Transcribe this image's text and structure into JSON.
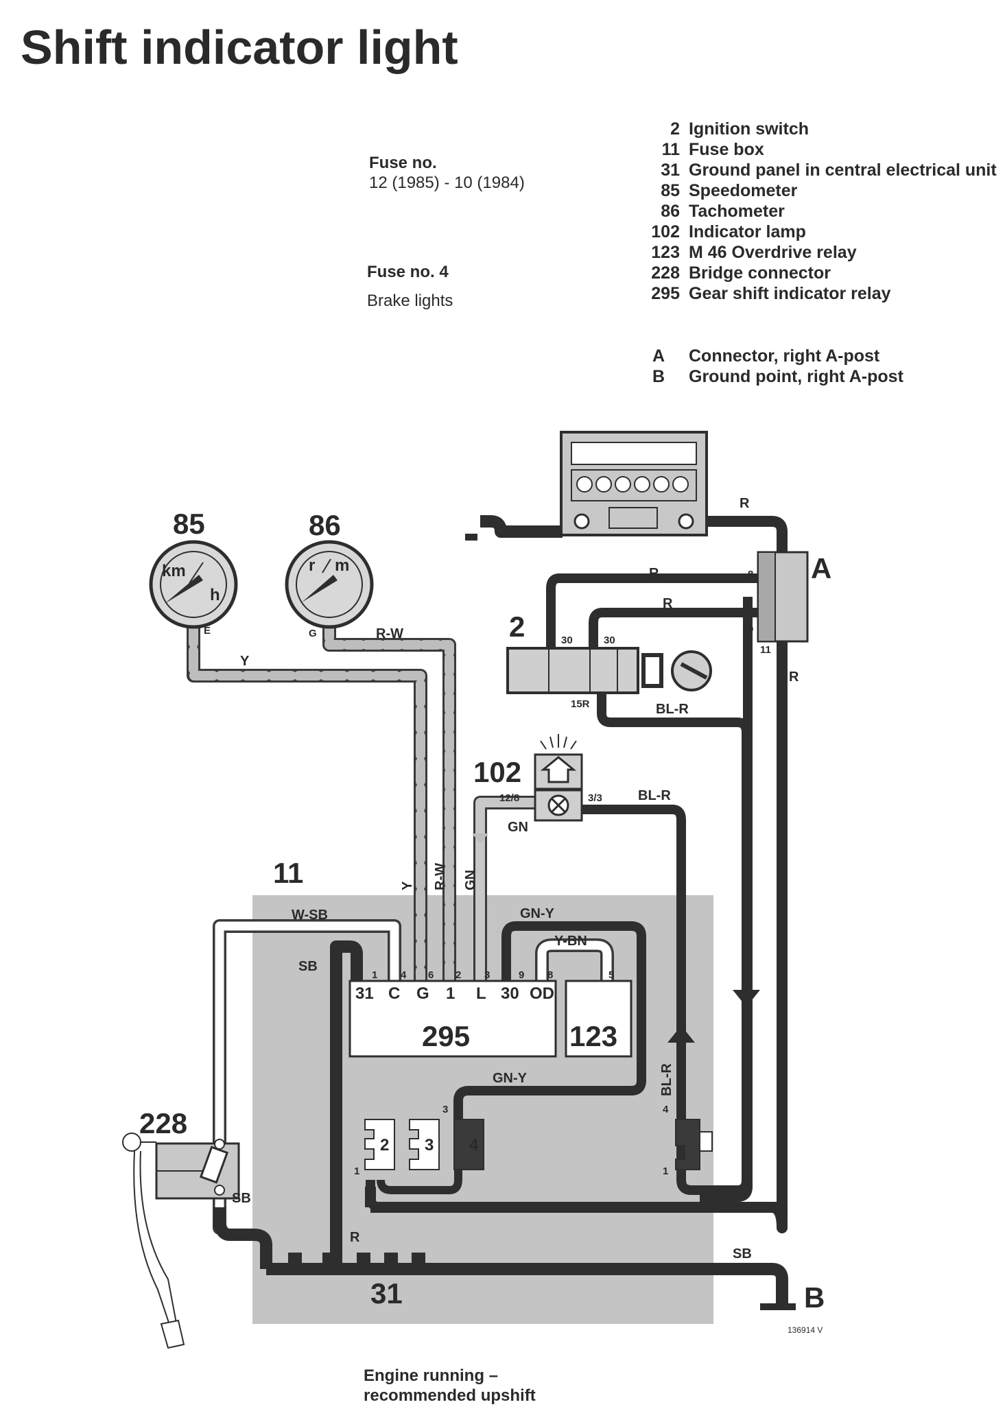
{
  "title": "Shift indicator light",
  "fuse_info": {
    "fuse_no_label": "Fuse no.",
    "fuse_no_value": "12 (1985) - 10 (1984)",
    "fuse_no4_label": "Fuse no. 4",
    "fuse_no4_value": "Brake lights"
  },
  "legend": [
    {
      "num": "2",
      "desc": "Ignition switch"
    },
    {
      "num": "11",
      "desc": "Fuse box"
    },
    {
      "num": "31",
      "desc": "Ground panel in central electrical unit"
    },
    {
      "num": "85",
      "desc": "Speedometer"
    },
    {
      "num": "86",
      "desc": "Tachometer"
    },
    {
      "num": "102",
      "desc": "Indicator lamp"
    },
    {
      "num": "123",
      "desc": "M 46 Overdrive relay"
    },
    {
      "num": "228",
      "desc": "Bridge connector"
    },
    {
      "num": "295",
      "desc": "Gear shift indicator relay"
    }
  ],
  "legend_letters": [
    {
      "letter": "A",
      "desc": "Connector, right A-post"
    },
    {
      "letter": "B",
      "desc": "Ground point, right A-post"
    }
  ],
  "components": {
    "speedometer": {
      "id": "85",
      "unit_km": "km",
      "unit_h": "h",
      "pin": "E"
    },
    "tachometer": {
      "id": "86",
      "unit_r": "r",
      "unit_m": "m",
      "pin": "G"
    },
    "ignition_switch": {
      "id": "2",
      "pin_a": "30",
      "pin_b": "30",
      "pin_c": "15R"
    },
    "indicator_lamp": {
      "id": "102",
      "pin_left": "12/8",
      "pin_right": "3/3"
    },
    "fuse_box": {
      "id": "11"
    },
    "relay": {
      "id": "295",
      "pins": [
        "31",
        "C",
        "G",
        "1",
        "L",
        "30",
        "OD"
      ],
      "pin_numbers": [
        "1",
        "4",
        "6",
        "2",
        "3",
        "9",
        "8"
      ]
    },
    "overdrive_relay": {
      "id": "123",
      "pin": "5"
    },
    "bridge_connector": {
      "id": "228"
    },
    "ground_panel": {
      "id": "31"
    },
    "connector_a": {
      "id": "A",
      "pins": [
        "8",
        "9",
        "11"
      ]
    },
    "ground_b": {
      "id": "B"
    },
    "fuse_blocks": [
      {
        "id": "2",
        "pin_top": "",
        "pin_bottom": "1"
      },
      {
        "id": "3"
      },
      {
        "id": "4",
        "pin_top": "3"
      }
    ],
    "right_fuse_pins": [
      "4",
      "1"
    ]
  },
  "wire_labels": {
    "r_top": "R",
    "r_1": "R",
    "r_2": "R",
    "r_side": "R",
    "r_bottom": "R",
    "pin_11": "11",
    "y": "Y",
    "r_w": "R-W",
    "bl_r_1": "BL-R",
    "bl_r_2": "BL-R",
    "bl_r_vert": "BL-R",
    "gn": "GN",
    "y_vert": "Y",
    "r_w_vert": "R-W",
    "gn_vert": "GN",
    "w_sb": "W-SB",
    "sb_1": "SB",
    "sb_2": "SB",
    "sb_3": "SB",
    "gn_y_1": "GN-Y",
    "gn_y_2": "GN-Y",
    "y_bn": "Y-BN"
  },
  "figure_code": "136914 V",
  "caption": {
    "line1": "Engine running –",
    "line2": "recommended upshift"
  },
  "colors": {
    "ink": "#2a2a2a",
    "panel": "#c4c4c4",
    "gauge_face": "#d8d8d8",
    "wire_light": "#b8b8b8",
    "wire_dark": "#2e2e2e"
  }
}
